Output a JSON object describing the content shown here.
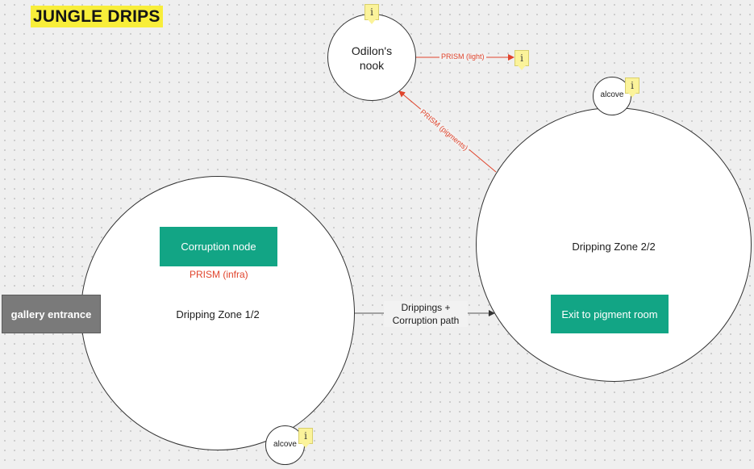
{
  "board": {
    "title": "JUNGLE DRIPS"
  },
  "nodes": {
    "odilon": {
      "label_line1": "Odilon's",
      "label_line2": "nook"
    },
    "zone1": {
      "label": "Dripping Zone 1/2"
    },
    "zone2": {
      "label": "Dripping Zone 2/2"
    },
    "alcove_top": {
      "label": "alcove"
    },
    "alcove_bottom": {
      "label": "alcove"
    },
    "gallery_entrance": {
      "label": "gallery entrance"
    },
    "corruption_node": {
      "label": "Corruption node"
    },
    "exit_pigment": {
      "label": "Exit to pigment room"
    }
  },
  "labels": {
    "prism_infra": "PRISM (infra)",
    "prism_light": "PRISM (light)",
    "prism_pigments": "PRISM (pigments)",
    "drippings_line1": "Drippings +",
    "drippings_line2": "Corruption path"
  },
  "notes": {
    "icon": "info-note-icon",
    "glyph": "i"
  },
  "colors": {
    "title_highlight": "#f8ee3a",
    "teal_box": "#12a585",
    "gray_box": "#7a7a7a",
    "prism_red": "#e0442c"
  }
}
